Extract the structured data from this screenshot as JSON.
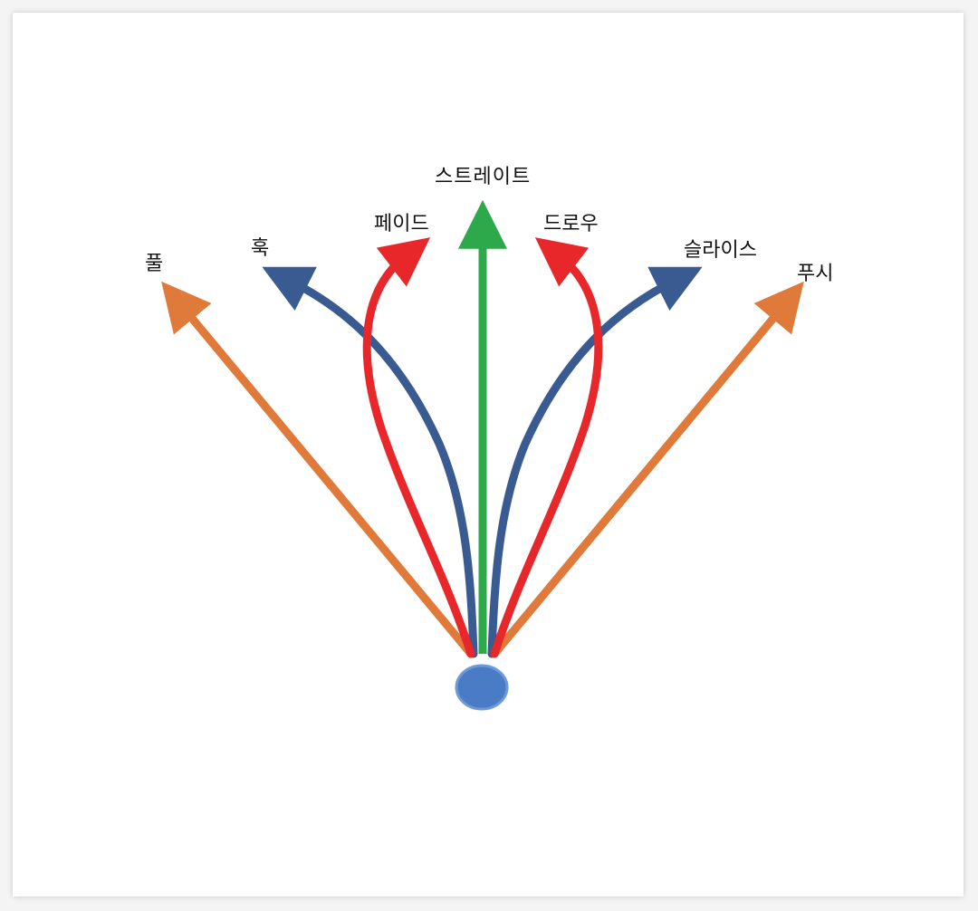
{
  "diagram": {
    "labels": {
      "straight": "스트레이트",
      "fade": "페이드",
      "draw": "드로우",
      "hook": "훅",
      "slice": "슬라이스",
      "pull": "풀",
      "push": "푸시"
    },
    "colors": {
      "straight": "#2da84a",
      "fade": "#e8272a",
      "draw": "#e8272a",
      "hook": "#3a5a92",
      "slice": "#3a5a92",
      "pull": "#e07a3a",
      "push": "#e07a3a",
      "ball": "#4a7cc6",
      "ball_edge": "#6f9ad8"
    }
  }
}
